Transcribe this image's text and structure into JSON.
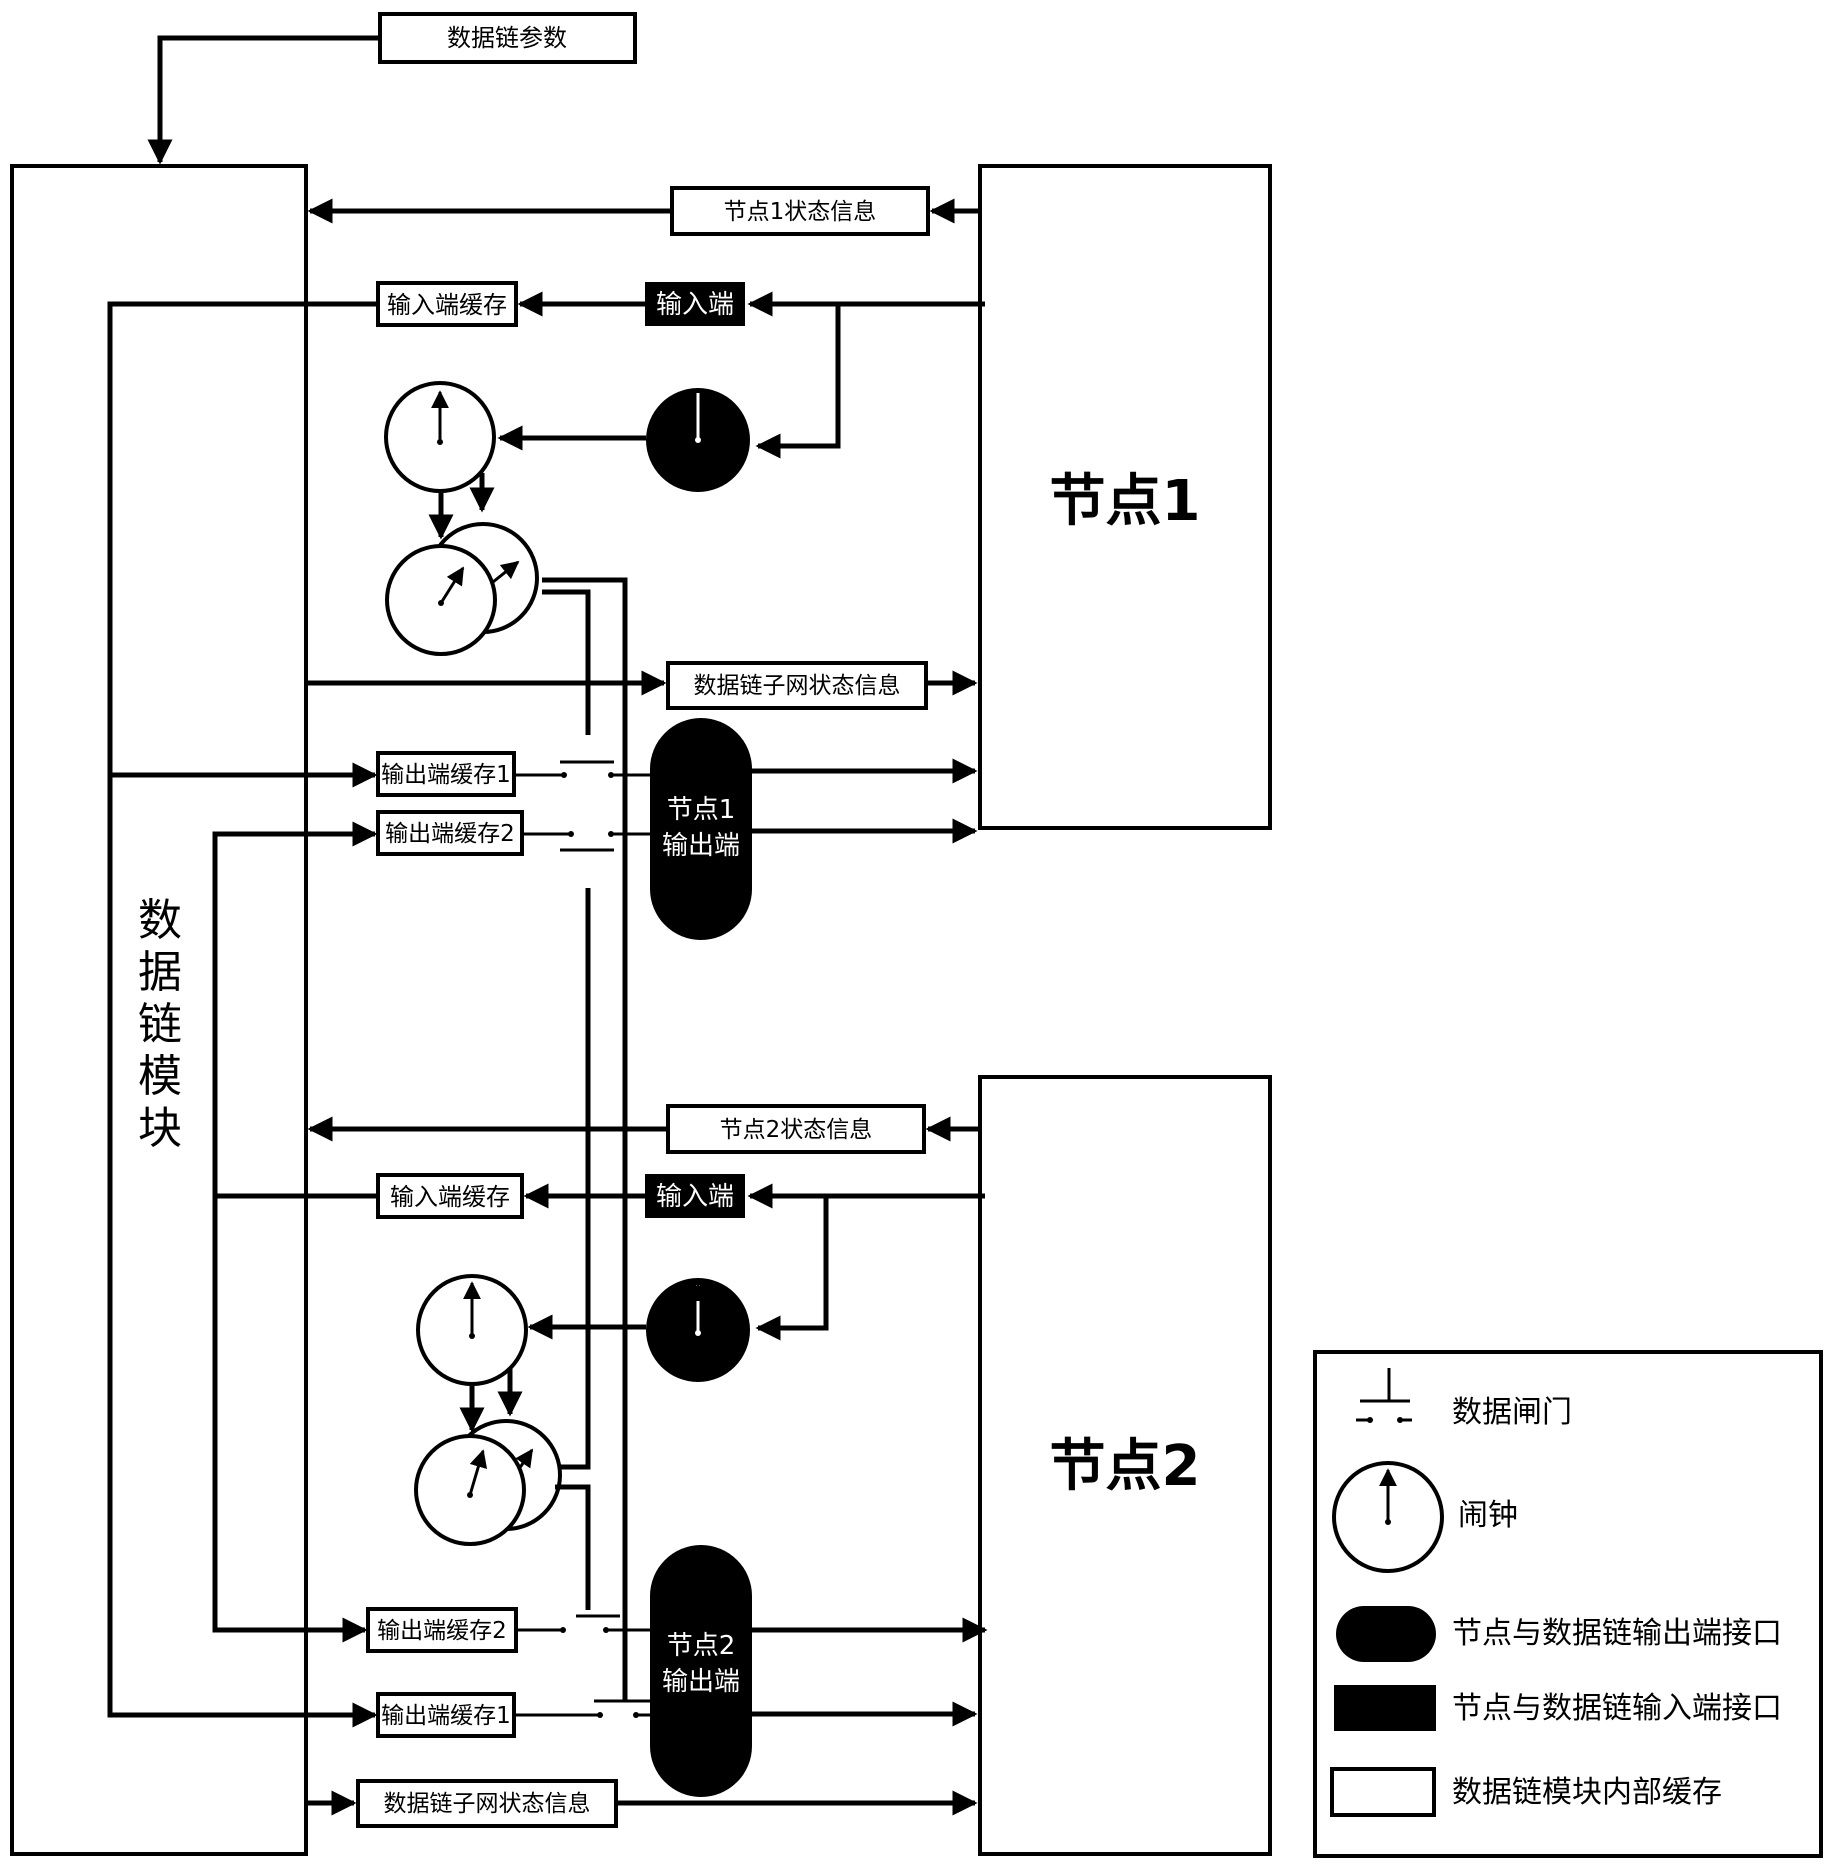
{
  "module": {
    "vertical_label_chars": [
      "数",
      "据",
      "链",
      "模",
      "块"
    ]
  },
  "top_param_label": "数据链参数",
  "node1": {
    "title": "节点1",
    "status_label": "节点1状态信息",
    "input_port_label": "输入端",
    "input_buffer_label": "输入端缓存",
    "subnet_status_label": "数据链子网状态信息",
    "output_buffer1_label": "输出端缓存1",
    "output_buffer2_label": "输出端缓存2",
    "output_port_line1": "节点1",
    "output_port_line2": "输出端"
  },
  "node2": {
    "title": "节点2",
    "status_label": "节点2状态信息",
    "input_port_label": "输入端",
    "input_buffer_label": "输入端缓存",
    "subnet_status_label": "数据链子网状态信息",
    "output_buffer1_label": "输出端缓存1",
    "output_buffer2_label": "输出端缓存2",
    "output_port_line1": "节点2",
    "output_port_line2": "输出端"
  },
  "legend": {
    "items": [
      {
        "label": "数据闸门",
        "symbol": "data-gate-icon"
      },
      {
        "label": "闹钟",
        "symbol": "alarm-clock-icon"
      },
      {
        "label": "节点与数据链输出端接口",
        "symbol": "output-interface-icon"
      },
      {
        "label": "节点与数据链输入端接口",
        "symbol": "input-interface-icon"
      },
      {
        "label": "数据链模块内部缓存",
        "symbol": "internal-buffer-icon"
      }
    ]
  },
  "colors": {
    "ink": "#000000",
    "paper": "#ffffff"
  }
}
